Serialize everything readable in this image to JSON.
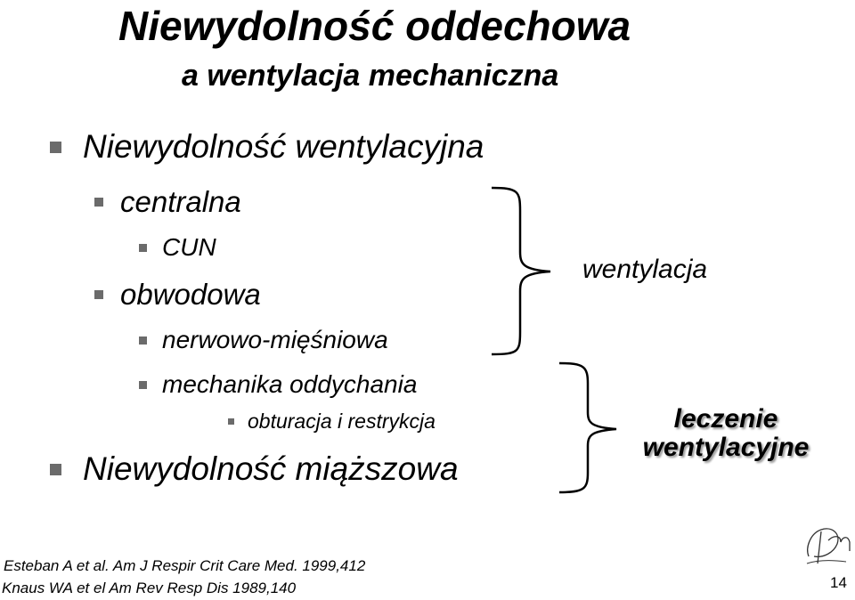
{
  "title": {
    "line1": "Niewydolność oddechowa",
    "line2": "a wentylacja mechaniczna"
  },
  "outline": {
    "item1": "Niewydolność wentylacyjna",
    "item1_a": "centralna",
    "item1_a_i": "CUN",
    "item1_b": "obwodowa",
    "item1_b_i": "nerwowo-mięśniowa",
    "item1_b_ii": "mechanika oddychania",
    "item1_b_ii_x": "obturacja i restrykcja",
    "item2": "Niewydolność miąższowa"
  },
  "annotations": {
    "upper_brace_label": "wentylacja",
    "lower_brace_label_line1": "leczenie",
    "lower_brace_label_line2": "wentylacyjne"
  },
  "references": {
    "ref1": "Esteban A et al. Am J Respir Crit Care Med. 1999,412",
    "ref2": "Knaus WA et el Am Rev Resp Dis 1989,140"
  },
  "footer": {
    "page_number": "14"
  },
  "colors": {
    "bullet": "#6b6b6b",
    "text": "#000000",
    "shadow": "#9a9a9a"
  }
}
